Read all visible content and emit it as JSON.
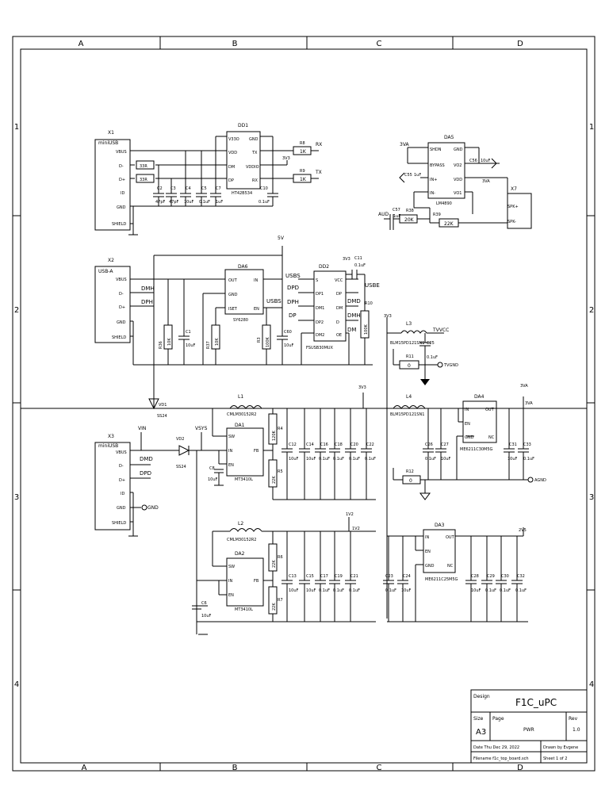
{
  "frame": {
    "columns": [
      "A",
      "B",
      "C",
      "D"
    ],
    "rows": [
      "1",
      "2",
      "3",
      "4"
    ]
  },
  "title_block": {
    "design_label": "Design",
    "design": "F1C_uPC",
    "size_label": "Size",
    "size": "A3",
    "page_label": "Page",
    "page": "PWR",
    "rev_label": "Rev",
    "rev": "1.0",
    "date": "Date Thu Dec 29, 2022",
    "drawn_by": "Drawn by Evgene",
    "filename": "Filename f1c_top_board.sch",
    "sheet": "Sheet  1   of  2"
  },
  "components": {
    "x1": {
      "ref": "X1",
      "value": "miniUSB",
      "pins": [
        "VBUS",
        "D-",
        "D+",
        "ID",
        "GND",
        "SHIELD"
      ]
    },
    "dd1": {
      "ref": "DD1",
      "value": "HT42B534",
      "pins_left": [
        "V33O",
        "VDD",
        "DM",
        "DP"
      ],
      "pins_right": [
        "GND",
        "TX",
        "VDDIO",
        "RX"
      ]
    },
    "r_33a": "33R",
    "r_33b": "33R",
    "r8": {
      "ref": "R8",
      "value": "1K",
      "net": "RX"
    },
    "r9": {
      "ref": "R9",
      "value": "1K",
      "net": "TX"
    },
    "caps_top": [
      {
        "ref": "C2",
        "value": "47pF"
      },
      {
        "ref": "C3",
        "value": "47pF"
      },
      {
        "ref": "C4",
        "value": "10uF"
      },
      {
        "ref": "C5",
        "value": "0.1uF"
      },
      {
        "ref": "C7",
        "value": "1uF"
      },
      {
        "ref": "C10",
        "value": "0.1uF"
      }
    ],
    "da5": {
      "ref": "DA5",
      "value": "LM4890",
      "pins_left": [
        "SHDN",
        "BYPASS",
        "IN+",
        "IN-"
      ],
      "pins_right": [
        "GND",
        "VO2",
        "VDD",
        "VO1"
      ]
    },
    "c55": {
      "ref": "C55",
      "value": "1uF"
    },
    "c56": {
      "ref": "C56",
      "value": "10uF"
    },
    "c57": {
      "ref": "C57",
      "value": "1uF"
    },
    "r38": {
      "ref": "R38",
      "value": "20K"
    },
    "r39": {
      "ref": "R39",
      "value": "22K"
    },
    "x7": {
      "ref": "X7",
      "pins": [
        "SPK+",
        "SPK-"
      ]
    },
    "x2": {
      "ref": "X2",
      "value": "USB-A",
      "pins": [
        "VBUS",
        "D-",
        "D+",
        "GND",
        "SHIELD"
      ]
    },
    "da6": {
      "ref": "DA6",
      "value": "SY6280",
      "pins_left": [
        "OUT",
        "GND",
        "ISET"
      ],
      "pins_right": [
        "IN",
        "EN"
      ]
    },
    "dd2": {
      "ref": "DD2",
      "value": "FSUSB30MUX",
      "pins_left": [
        "S",
        "DP1",
        "DM1",
        "DP2",
        "DM2"
      ],
      "pins_right": [
        "VCC",
        "DP",
        "DM",
        "D",
        "OE"
      ]
    },
    "c11": {
      "ref": "C11",
      "value": "0.1uF"
    },
    "r10": {
      "ref": "R10",
      "value": "100K"
    },
    "r36": {
      "ref": "R36",
      "value": "10K"
    },
    "r37": {
      "ref": "R37",
      "value": "10K"
    },
    "r3": {
      "ref": "R3",
      "value": "100K"
    },
    "c1": {
      "ref": "C1",
      "value": "10uF"
    },
    "c60": {
      "ref": "C60",
      "value": "10uF"
    },
    "l3": {
      "ref": "L3",
      "value": "BLM15PD121SN1"
    },
    "c25": {
      "ref": "C25",
      "value": "0.1uF"
    },
    "r11": {
      "ref": "R11",
      "value": "0"
    },
    "vd1": {
      "ref": "VD1",
      "value": "SS24"
    },
    "vd2": {
      "ref": "VD2",
      "value": "SS24"
    },
    "x3": {
      "ref": "X3",
      "value": "miniUSB",
      "pins": [
        "VBUS",
        "D-",
        "D+",
        "ID",
        "GND",
        "SHIELD"
      ]
    },
    "l1": {
      "ref": "L1",
      "value": "CMLM30152R2"
    },
    "da1": {
      "ref": "DA1",
      "value": "MT3410L",
      "pins_left": [
        "SW",
        "IN",
        "EN"
      ],
      "pins_right": [
        "FB"
      ]
    },
    "r4": {
      "ref": "R4",
      "value": "120K"
    },
    "r5": {
      "ref": "R5",
      "value": "22K"
    },
    "c8": {
      "ref": "C8",
      "value": "10uF"
    },
    "caps_3v3": [
      {
        "ref": "C12",
        "value": "10uF"
      },
      {
        "ref": "C14",
        "value": "10uF"
      },
      {
        "ref": "C16",
        "value": "0.1uF"
      },
      {
        "ref": "C18",
        "value": "0.1uF"
      },
      {
        "ref": "C20",
        "value": "0.1uF"
      },
      {
        "ref": "C22",
        "value": "0.1uF"
      }
    ],
    "l4": {
      "ref": "L4",
      "value": "BLM15PD121SN1"
    },
    "da4": {
      "ref": "DA4",
      "value": "ME6211C30M5G",
      "pins_left": [
        "IN",
        "EN",
        "GND"
      ],
      "pins_right": [
        "OUT",
        "NC"
      ]
    },
    "c26": {
      "ref": "C26",
      "value": "0.1uF"
    },
    "c27": {
      "ref": "C27",
      "value": "10uF"
    },
    "c31": {
      "ref": "C31",
      "value": "10uF"
    },
    "c33": {
      "ref": "C33",
      "value": "0.1uF"
    },
    "r12": {
      "ref": "R12",
      "value": "0"
    },
    "l2": {
      "ref": "L2",
      "value": "CMLM30152R2"
    },
    "da2": {
      "ref": "DA2",
      "value": "MT3410L",
      "pins_left": [
        "SW",
        "IN",
        "EN"
      ],
      "pins_right": [
        "FB"
      ]
    },
    "r6": {
      "ref": "R6",
      "value": "22K"
    },
    "r7": {
      "ref": "R7",
      "value": "22K"
    },
    "c6": {
      "ref": "C6",
      "value": "10uF"
    },
    "caps_1v2": [
      {
        "ref": "C13",
        "value": "10uF"
      },
      {
        "ref": "C15",
        "value": "10uF"
      },
      {
        "ref": "C17",
        "value": "0.1uF"
      },
      {
        "ref": "C19",
        "value": "0.1uF"
      },
      {
        "ref": "C21",
        "value": "0.1uF"
      }
    ],
    "da3": {
      "ref": "DA3",
      "value": "ME6211C25M5G",
      "pins_left": [
        "IN",
        "EN",
        "GND"
      ],
      "pins_right": [
        "OUT",
        "NC"
      ]
    },
    "c23": {
      "ref": "C23",
      "value": "0.1uF"
    },
    "c24": {
      "ref": "C24",
      "value": "10uF"
    },
    "caps_2v5": [
      {
        "ref": "C28",
        "value": "10uF"
      },
      {
        "ref": "C29",
        "value": "0.1uF"
      },
      {
        "ref": "C30",
        "value": "0.1uF"
      },
      {
        "ref": "C32",
        "value": "0.1uF"
      }
    ]
  },
  "nets": {
    "rx": "RX",
    "tx": "TX",
    "v3v3": "3V3",
    "v3va": "3VA",
    "aud": "AUD",
    "v5": "5V",
    "usbs": "USBS",
    "usbe": "USBE",
    "dpd": "DPD",
    "dph": "DPH",
    "dp": "DP",
    "dmd": "DMD",
    "dmh": "DMH",
    "dm": "DM",
    "tvvcc": "TVVCC",
    "tvgnd": "TVGND",
    "vin": "VIN",
    "vsys": "VSYS",
    "dmd_x3": "DMD",
    "dpd_x3": "DPD",
    "gnd": "GND",
    "agnd": "AGND",
    "v1v2": "1V2",
    "v2v5": "2V5"
  }
}
